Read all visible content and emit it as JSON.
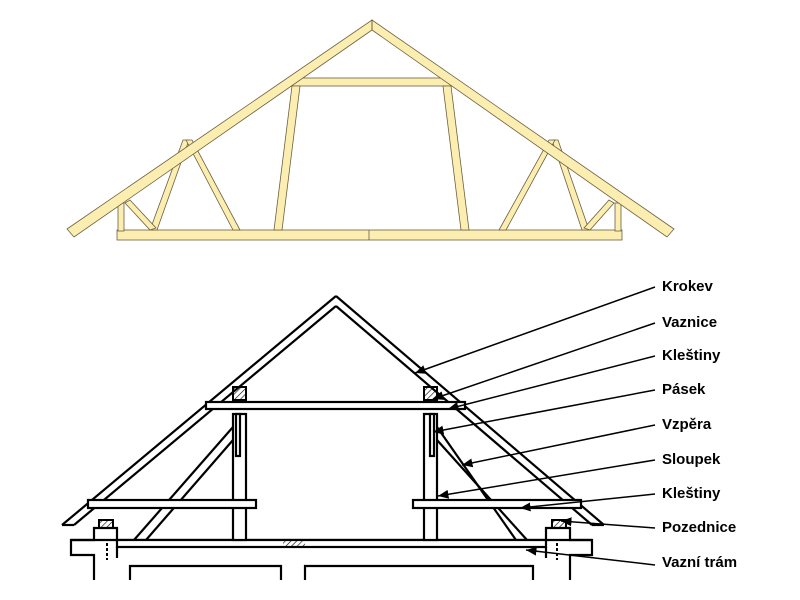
{
  "labels": [
    "Krokev",
    "Vaznice",
    "Kleštiny",
    "Pásek",
    "Vzpěra",
    "Sloupek",
    "Kleštiny",
    "Pozednice",
    "Vazní trám"
  ],
  "colors": {
    "wood": "#fbeeb0",
    "line": "#000000"
  }
}
